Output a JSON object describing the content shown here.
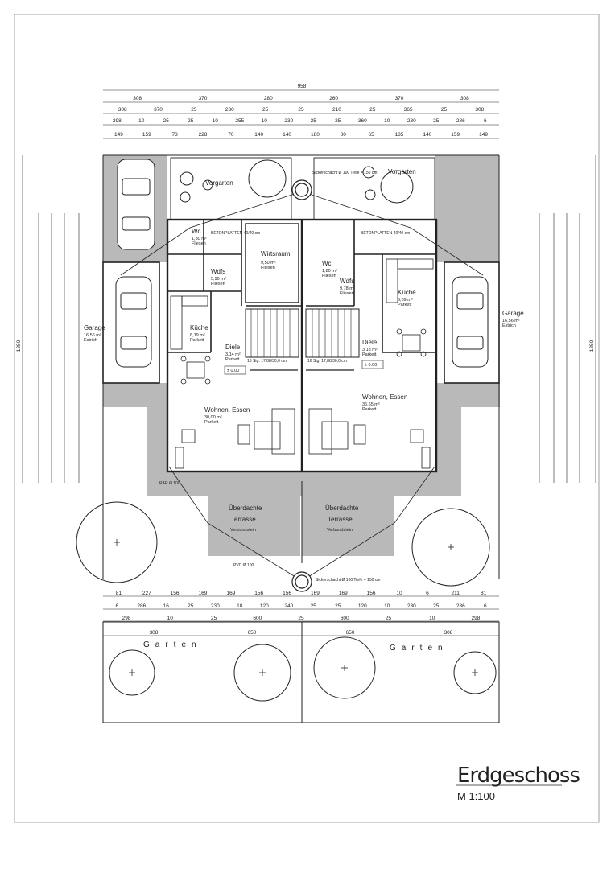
{
  "title": "Erdgeschoss",
  "scale": "M 1:100",
  "dims": {
    "top_total": "958",
    "top_row2": [
      "308",
      "370",
      "280",
      "260",
      "370",
      "308"
    ],
    "top_row3": [
      "308",
      "370",
      "25",
      "230",
      "25",
      "25",
      "210",
      "25",
      "365",
      "25",
      "308"
    ],
    "top_row4": [
      "298",
      "10",
      "25",
      "25",
      "10",
      "255",
      "10",
      "230",
      "25",
      "25",
      "360",
      "10",
      "230",
      "25",
      "286",
      "6"
    ],
    "top_row5": [
      "149",
      "159",
      "73",
      "228",
      "70",
      "140",
      "140",
      "180",
      "80",
      "65",
      "185",
      "140",
      "159",
      "149"
    ],
    "bot_row1": [
      "81",
      "227",
      "156",
      "169",
      "169",
      "156",
      "156",
      "169",
      "169",
      "156",
      "10",
      "6",
      "211",
      "81"
    ],
    "bot_row2": [
      "6",
      "286",
      "16",
      "25",
      "230",
      "10",
      "120",
      "240",
      "25",
      "25",
      "120",
      "10",
      "230",
      "25",
      "286",
      "6"
    ],
    "bot_row3": [
      "298",
      "10",
      "25",
      "600",
      "25",
      "600",
      "25",
      "10",
      "298"
    ],
    "bot_row4": [
      "308",
      "650",
      "650",
      "308"
    ],
    "left_total": "1250",
    "right_total": "1250"
  },
  "rooms": {
    "vorgarten_l": "Vorgarten",
    "vorgarten_r": "Vorgarten",
    "garage_l": {
      "name": "Garage",
      "area": "16,56 m²",
      "floor": "Estrich"
    },
    "garage_r": {
      "name": "Garage",
      "area": "16,56 m²",
      "floor": "Estrich"
    },
    "wc_l": {
      "name": "Wc",
      "area": "1,80 m²",
      "floor": "Fliesen"
    },
    "wc_r": {
      "name": "Wc",
      "area": "1,80 m²",
      "floor": "Fliesen"
    },
    "wdfs_l": {
      "name": "Wdfs",
      "area": "5,90 m²",
      "floor": "Fliesen"
    },
    "wdfs_r": {
      "name": "Wdfs",
      "area": "9,78 m²",
      "floor": "Fliesen"
    },
    "wirtsraum": {
      "name": "Wirtsraum",
      "area": "9,50 m²",
      "floor": "Fliesen"
    },
    "kueche_l": {
      "name": "Küche",
      "area": "8,19 m²",
      "floor": "Parkett"
    },
    "kueche_r": {
      "name": "Küche",
      "area": "6,09 m²",
      "floor": "Parkett"
    },
    "diele_l": {
      "name": "Diele",
      "area": "3,14 m²",
      "floor": "Parkett",
      "level": "± 0.00"
    },
    "diele_r": {
      "name": "Diele",
      "area": "3,18 m²",
      "floor": "Parkett",
      "level": "± 0.00"
    },
    "wohnen_l": {
      "name": "Wohnen, Essen",
      "area": "30,00 m²",
      "floor": "Parkett"
    },
    "wohnen_r": {
      "name": "Wohnen, Essen",
      "area": "36,65 m²",
      "floor": "Parkett"
    },
    "terrasse_l": {
      "name": "Überdachte",
      "name2": "Terrasse",
      "floor": "Verbundstein"
    },
    "terrasse_r": {
      "name": "Überdachte",
      "name2": "Terrasse",
      "floor": "Verbundstein"
    },
    "garten_l": "Garten",
    "garten_r": "Garten",
    "platten_l": "BETONPLATTEN 40/40 cm",
    "platten_r": "BETONPLATTEN 40/40 cm",
    "stair_l": "16 Stg. 17,88/30,0 cm",
    "stair_r": "16 Stg. 17,88/30,0 cm",
    "schacht_top": "Sickerschacht Ø 100 Tiefe = 150 cm",
    "schacht_bot": "Sickerschacht Ø 100 Tiefe = 150 cm",
    "pvc": "PVC Ø 100",
    "rar": "RAR Ø 100"
  },
  "colors": {
    "paved": "#b9b9b9",
    "line": "#222222",
    "paper": "#ffffff"
  }
}
